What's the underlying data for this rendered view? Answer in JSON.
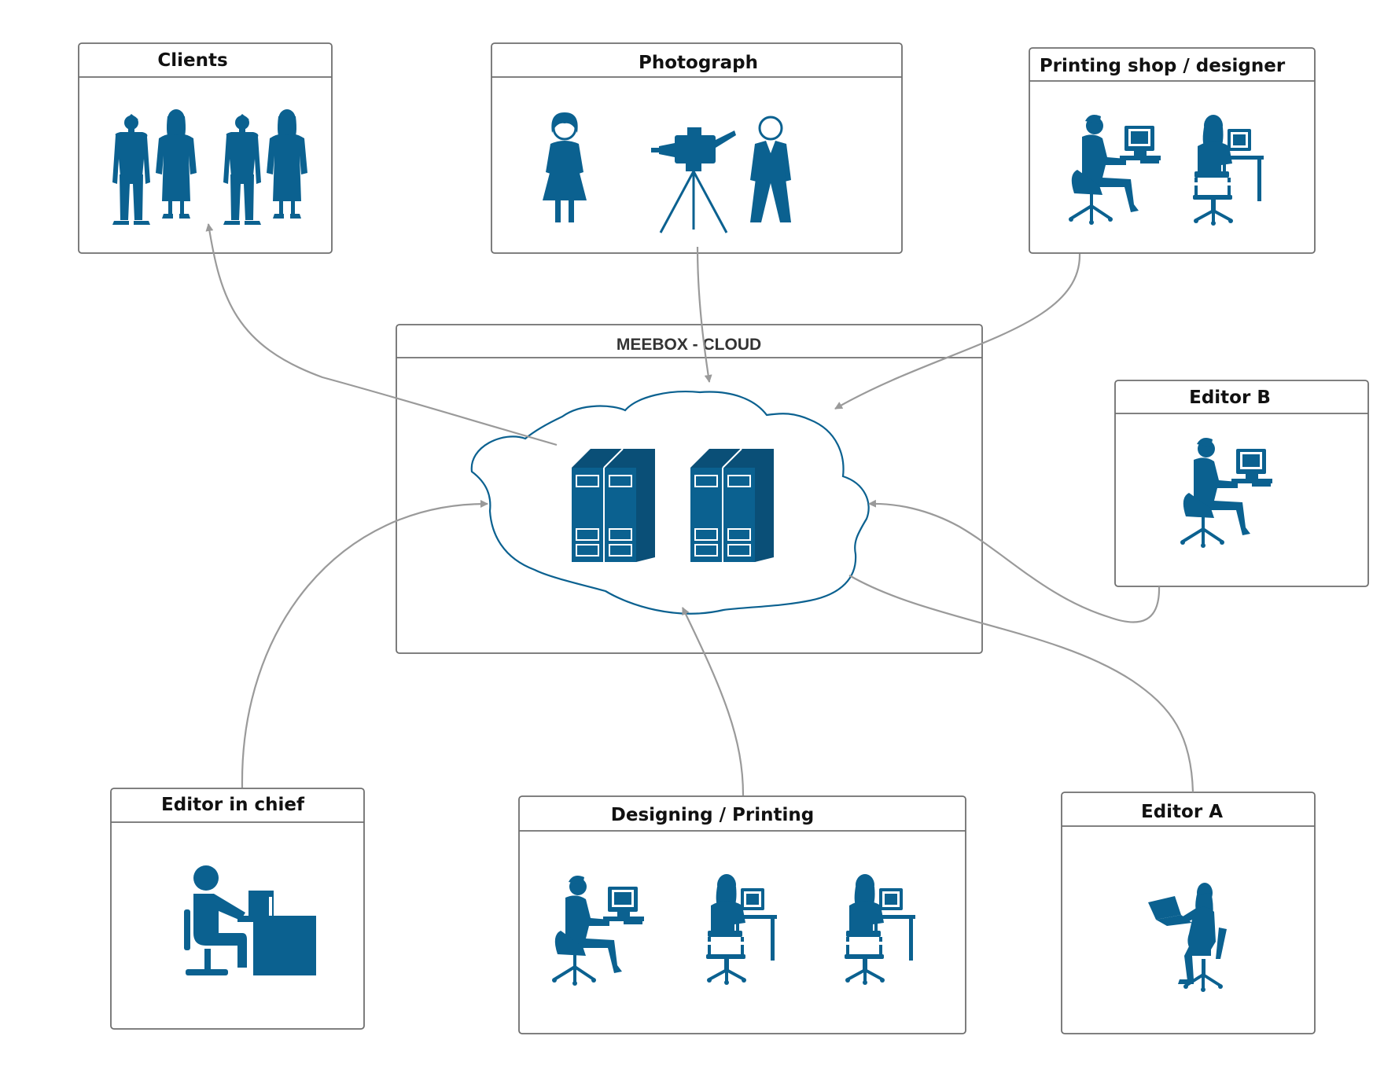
{
  "colors": {
    "icon": "#0b6190",
    "frame": "#6f6f6f",
    "connector": "#9a9a9a"
  },
  "cloud": {
    "title": "MEEBOX - CLOUD",
    "icons": [
      "cloud-icon",
      "server-rack-icon",
      "server-rack-icon"
    ]
  },
  "groups": {
    "clients": {
      "title": "Clients",
      "icons": [
        "businessman-icon",
        "businesswoman-icon",
        "businessman-icon",
        "businesswoman-icon"
      ]
    },
    "photograph": {
      "title": "Photograph",
      "icons": [
        "woman-icon",
        "video-camera-tripod-icon",
        "man-icon"
      ]
    },
    "printing_shop": {
      "title": "Printing shop / designer",
      "icons": [
        "man-at-computer-icon",
        "woman-at-computer-icon"
      ]
    },
    "editor_b": {
      "title": "Editor B",
      "icons": [
        "man-at-computer-icon"
      ]
    },
    "editor_in_chief": {
      "title": "Editor in chief",
      "icons": [
        "person-at-desk-icon"
      ]
    },
    "designing_printing": {
      "title": "Designing / Printing",
      "icons": [
        "man-at-computer-icon",
        "woman-at-computer-icon",
        "woman-at-computer-icon"
      ]
    },
    "editor_a": {
      "title": "Editor A",
      "icons": [
        "woman-with-laptop-icon"
      ]
    }
  }
}
